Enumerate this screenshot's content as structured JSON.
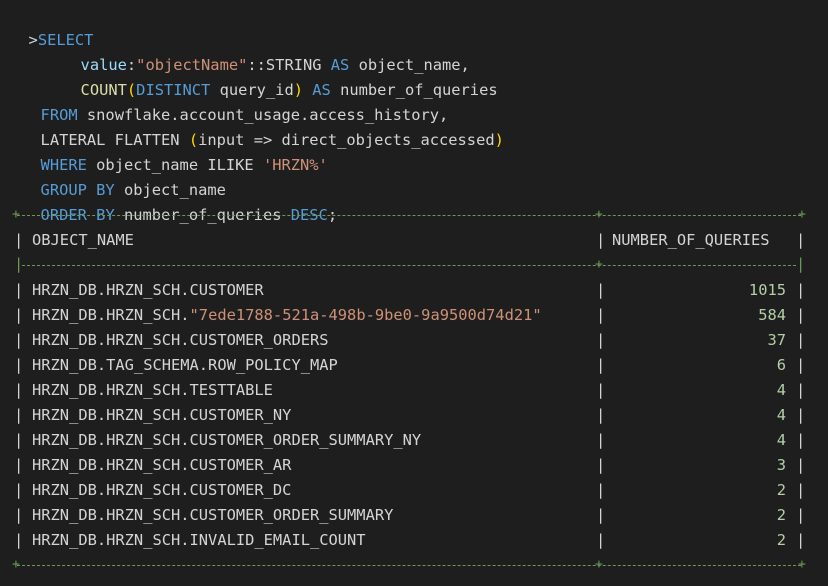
{
  "query": {
    "prompt": ">",
    "select_kw": "SELECT",
    "line2": {
      "prop": "value",
      "colon": ":",
      "str": "\"objectName\"",
      "rest": "::STRING ",
      "as_kw": "AS",
      "alias": " object_name,"
    },
    "line3": {
      "fn": "COUNT",
      "open": "(",
      "distinct_kw": "DISTINCT",
      "arg": " query_id",
      "close": ")",
      "as_kw": " AS",
      "alias": " number_of_queries"
    },
    "line4": {
      "from_kw": "FROM",
      "rest": " snowflake.account_usage.access_history,"
    },
    "line5": {
      "text": "LATERAL FLATTEN ",
      "open": "(",
      "arg": "input => direct_objects_accessed",
      "close": ")"
    },
    "line6": {
      "where_kw": "WHERE",
      "rest": " object_name ILIKE ",
      "str": "'HRZN%'"
    },
    "line7": {
      "group_kw": "GROUP BY",
      "rest": " object_name"
    },
    "line8": {
      "order_kw": "ORDER BY",
      "rest": " number_of_queries ",
      "desc_kw": "DESC",
      "semi": ";"
    }
  },
  "table": {
    "headers": [
      "OBJECT_NAME",
      "NUMBER_OF_QUERIES"
    ],
    "rows": [
      {
        "prefix": "HRZN_DB.HRZN_SCH.CUSTOMER",
        "quoted": "",
        "count": "1015"
      },
      {
        "prefix": "HRZN_DB.HRZN_SCH.",
        "quoted": "\"7ede1788-521a-498b-9be0-9a9500d74d21\"",
        "count": "584"
      },
      {
        "prefix": "HRZN_DB.HRZN_SCH.CUSTOMER_ORDERS",
        "quoted": "",
        "count": "37"
      },
      {
        "prefix": "HRZN_DB.TAG_SCHEMA.ROW_POLICY_MAP",
        "quoted": "",
        "count": "6"
      },
      {
        "prefix": "HRZN_DB.HRZN_SCH.TESTTABLE",
        "quoted": "",
        "count": "4"
      },
      {
        "prefix": "HRZN_DB.HRZN_SCH.CUSTOMER_NY",
        "quoted": "",
        "count": "4"
      },
      {
        "prefix": "HRZN_DB.HRZN_SCH.CUSTOMER_ORDER_SUMMARY_NY",
        "quoted": "",
        "count": "4"
      },
      {
        "prefix": "HRZN_DB.HRZN_SCH.CUSTOMER_AR",
        "quoted": "",
        "count": "3"
      },
      {
        "prefix": "HRZN_DB.HRZN_SCH.CUSTOMER_DC",
        "quoted": "",
        "count": "2"
      },
      {
        "prefix": "HRZN_DB.HRZN_SCH.CUSTOMER_ORDER_SUMMARY",
        "quoted": "",
        "count": "2"
      },
      {
        "prefix": "HRZN_DB.HRZN_SCH.INVALID_EMAIL_COUNT",
        "quoted": "",
        "count": "2"
      }
    ]
  },
  "colors": {
    "background": "#1e1e1e",
    "keyword": "#569cd6",
    "string": "#ce9178",
    "function": "#dcdcaa",
    "number": "#b5cea8",
    "border": "#6a9955"
  }
}
